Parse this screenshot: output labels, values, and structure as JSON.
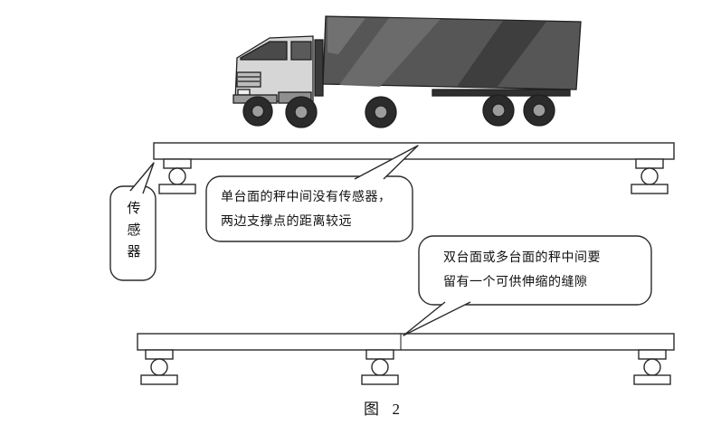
{
  "figure": {
    "caption": "图  2"
  },
  "labels": {
    "sensor": "传感器"
  },
  "callouts": {
    "single_platform": {
      "line1": "单台面的秤中间没有传感器，",
      "line2": "两边支撑点的距离较远"
    },
    "multi_platform": {
      "line1": "双台面或多台面的秤中间要",
      "line2": "留有一个可供伸缩的缝隙"
    }
  },
  "colors": {
    "line": "#2a2a2a",
    "trailer": "#565656",
    "background": "#ffffff"
  }
}
